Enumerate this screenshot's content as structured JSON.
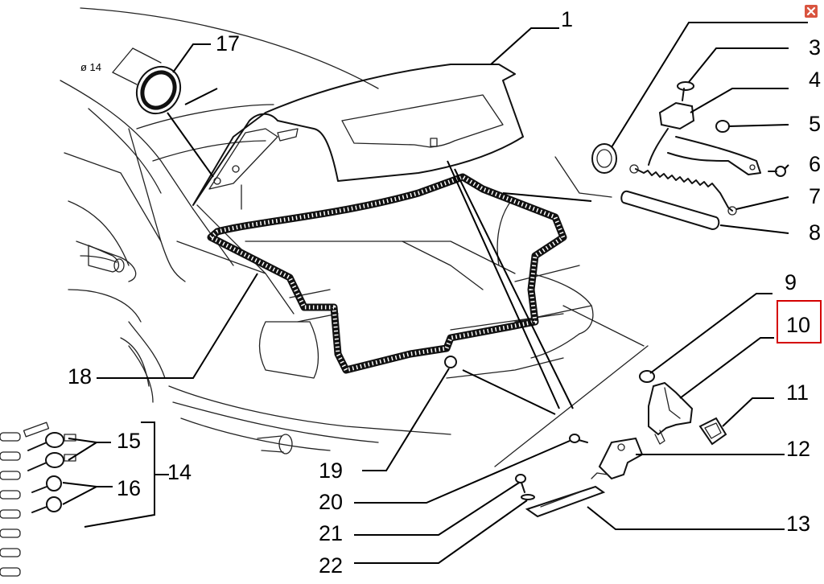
{
  "callouts": {
    "c1": "1",
    "c3": "3",
    "c4": "4",
    "c5": "5",
    "c6": "6",
    "c7": "7",
    "c8": "8",
    "c9": "9",
    "c10": "10",
    "c11": "11",
    "c12": "12",
    "c13": "13",
    "c14": "14",
    "c15": "15",
    "c16": "16",
    "c17": "17",
    "c18": "18",
    "c19": "19",
    "c20": "20",
    "c21": "21",
    "c22": "22"
  },
  "dimension": {
    "diameter": "ø 14"
  },
  "highlight": {
    "selected_callout": "10",
    "color": "#d40000"
  },
  "close": {
    "icon": "close-icon",
    "color": "#d9543f"
  }
}
